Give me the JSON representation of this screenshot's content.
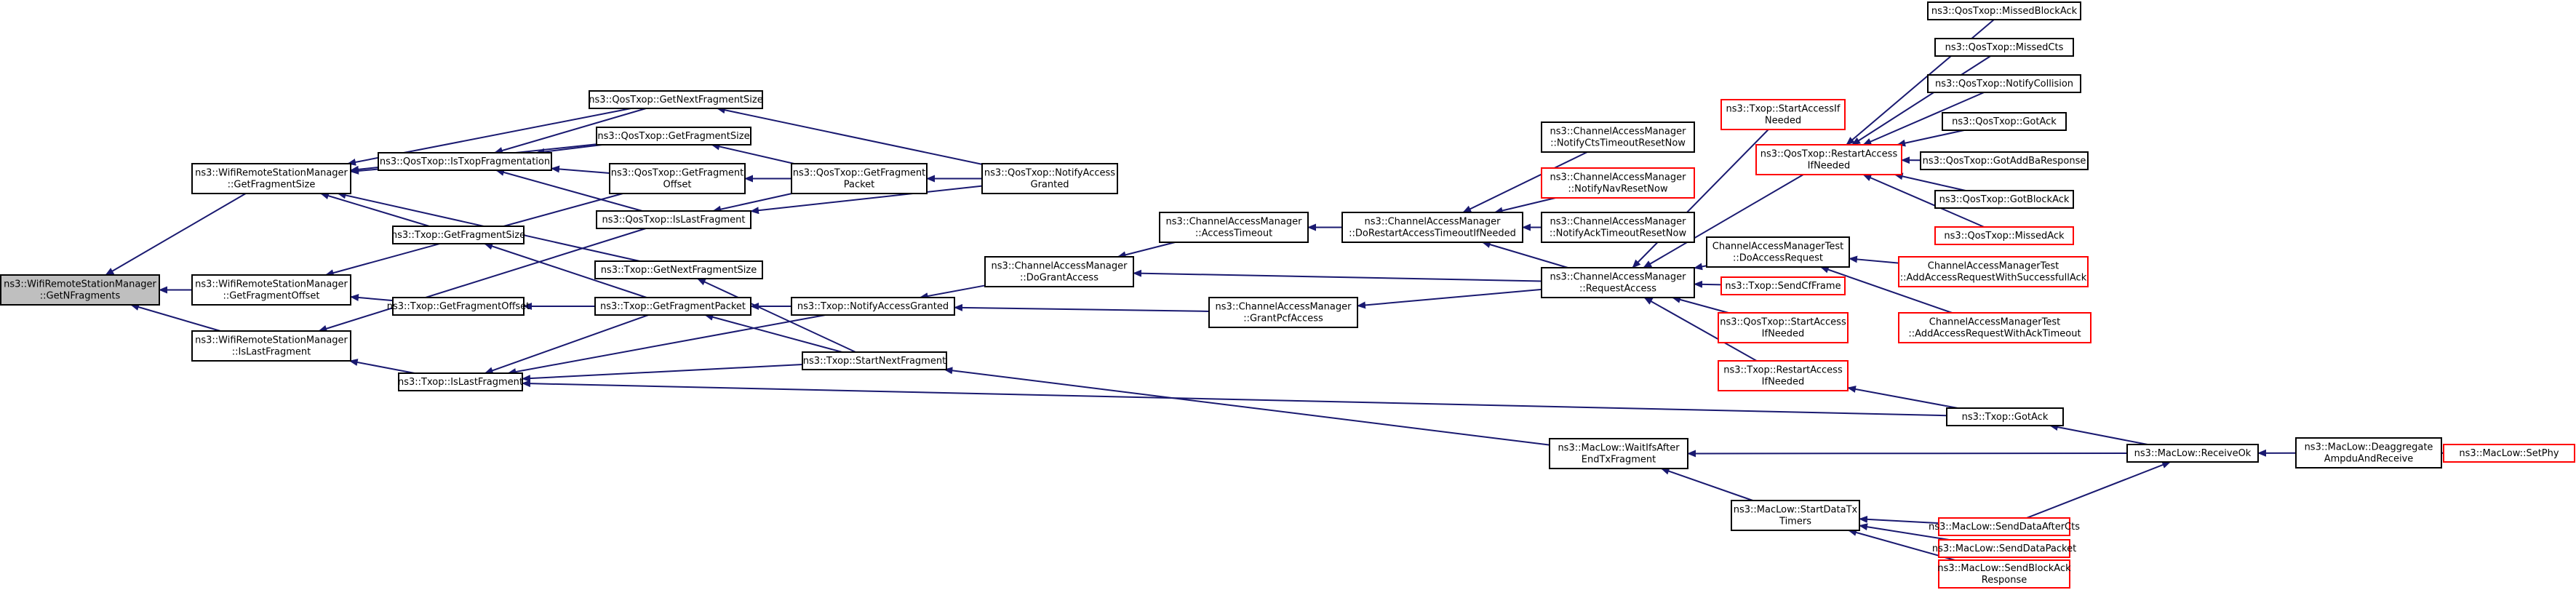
{
  "graph": {
    "edge_color": "#191970",
    "red_border_color": "#ff0000",
    "root_fill": "#bfbfbf",
    "nodes": [
      {
        "id": "root",
        "lines": [
          "ns3::WifiRemoteStationManager",
          "::GetNFragments"
        ],
        "root": true
      },
      {
        "id": "getFragSize",
        "lines": [
          "ns3::WifiRemoteStationManager",
          "::GetFragmentSize"
        ]
      },
      {
        "id": "getFragOffset",
        "lines": [
          "ns3::WifiRemoteStationManager",
          "::GetFragmentOffset"
        ]
      },
      {
        "id": "isLastFrag",
        "lines": [
          "ns3::WifiRemoteStationManager",
          "::IsLastFragment"
        ]
      },
      {
        "id": "qosIsTxop",
        "lines": [
          "ns3::QosTxop::IsTxopFragmentation"
        ]
      },
      {
        "id": "txopGetFragSize",
        "lines": [
          "ns3::Txop::GetFragmentSize"
        ]
      },
      {
        "id": "txopGetFragOffset",
        "lines": [
          "ns3::Txop::GetFragmentOffset"
        ]
      },
      {
        "id": "txopIsLast",
        "lines": [
          "ns3::Txop::IsLastFragment"
        ]
      },
      {
        "id": "qosGetNextFragSize",
        "lines": [
          "ns3::QosTxop::GetNextFragmentSize"
        ]
      },
      {
        "id": "qosGetFragSize",
        "lines": [
          "ns3::QosTxop::GetFragmentSize"
        ]
      },
      {
        "id": "qosGetFragOffset",
        "lines": [
          "ns3::QosTxop::GetFragment",
          "Offset"
        ]
      },
      {
        "id": "qosIsLast",
        "lines": [
          "ns3::QosTxop::IsLastFragment"
        ]
      },
      {
        "id": "txopGetNextFragSize",
        "lines": [
          "ns3::Txop::GetNextFragmentSize"
        ]
      },
      {
        "id": "txopGetFragPacket",
        "lines": [
          "ns3::Txop::GetFragmentPacket"
        ]
      },
      {
        "id": "qosGetFragPacket",
        "lines": [
          "ns3::QosTxop::GetFragment",
          "Packet"
        ]
      },
      {
        "id": "qosNotifyAccess",
        "lines": [
          "ns3::QosTxop::NotifyAccess",
          "Granted"
        ]
      },
      {
        "id": "txopNotifyAccess",
        "lines": [
          "ns3::Txop::NotifyAccessGranted"
        ]
      },
      {
        "id": "txopStartNext",
        "lines": [
          "ns3::Txop::StartNextFragment"
        ]
      },
      {
        "id": "camDoGrant",
        "lines": [
          "ns3::ChannelAccessManager",
          "::DoGrantAccess"
        ]
      },
      {
        "id": "camGrantPcf",
        "lines": [
          "ns3::ChannelAccessManager",
          "::GrantPcfAccess"
        ]
      },
      {
        "id": "camAccessTimeout",
        "lines": [
          "ns3::ChannelAccessManager",
          "::AccessTimeout"
        ]
      },
      {
        "id": "camDoRestart",
        "lines": [
          "ns3::ChannelAccessManager",
          "::DoRestartAccessTimeoutIfNeeded"
        ]
      },
      {
        "id": "camNotifyCts",
        "lines": [
          "ns3::ChannelAccessManager",
          "::NotifyCtsTimeoutResetNow"
        ]
      },
      {
        "id": "camNotifyNav",
        "lines": [
          "ns3::ChannelAccessManager",
          "::NotifyNavResetNow"
        ],
        "red": true
      },
      {
        "id": "camNotifyAck",
        "lines": [
          "ns3::ChannelAccessManager",
          "::NotifyAckTimeoutResetNow"
        ]
      },
      {
        "id": "camRequest",
        "lines": [
          "ns3::ChannelAccessManager",
          "::RequestAccess"
        ]
      },
      {
        "id": "txopStartAccess",
        "lines": [
          "ns3::Txop::StartAccessIf",
          "Needed"
        ],
        "red": true
      },
      {
        "id": "qosRestartAccess",
        "lines": [
          "ns3::QosTxop::RestartAccess",
          "IfNeeded"
        ],
        "red": true
      },
      {
        "id": "camTestDoReq",
        "lines": [
          "ChannelAccessManagerTest",
          "::DoAccessRequest"
        ]
      },
      {
        "id": "txopSendCf",
        "lines": [
          "ns3::Txop::SendCfFrame"
        ],
        "red": true
      },
      {
        "id": "qosStartAccess",
        "lines": [
          "ns3::QosTxop::StartAccess",
          "IfNeeded"
        ],
        "red": true
      },
      {
        "id": "txopRestartAccess",
        "lines": [
          "ns3::Txop::RestartAccess",
          "IfNeeded"
        ],
        "red": true
      },
      {
        "id": "qosMissedBlockAck",
        "lines": [
          "ns3::QosTxop::MissedBlockAck"
        ]
      },
      {
        "id": "qosMissedCts",
        "lines": [
          "ns3::QosTxop::MissedCts"
        ]
      },
      {
        "id": "qosNotifyCollision",
        "lines": [
          "ns3::QosTxop::NotifyCollision"
        ]
      },
      {
        "id": "qosGotAck",
        "lines": [
          "ns3::QosTxop::GotAck"
        ]
      },
      {
        "id": "qosGotAddBa",
        "lines": [
          "ns3::QosTxop::GotAddBaResponse"
        ]
      },
      {
        "id": "qosGotBlockAck",
        "lines": [
          "ns3::QosTxop::GotBlockAck"
        ]
      },
      {
        "id": "qosMissedAck",
        "lines": [
          "ns3::QosTxop::MissedAck"
        ],
        "red": true
      },
      {
        "id": "camTestAddSucc",
        "lines": [
          "ChannelAccessManagerTest",
          "::AddAccessRequestWithSuccessfullAck"
        ],
        "red": true
      },
      {
        "id": "camTestAddTimeout",
        "lines": [
          "ChannelAccessManagerTest",
          "::AddAccessRequestWithAckTimeout"
        ],
        "red": true
      },
      {
        "id": "txopGotAck",
        "lines": [
          "ns3::Txop::GotAck"
        ]
      },
      {
        "id": "macWaitIfs",
        "lines": [
          "ns3::MacLow::WaitIfsAfter",
          "EndTxFragment"
        ]
      },
      {
        "id": "macStartTimers",
        "lines": [
          "ns3::MacLow::StartDataTx",
          "Timers"
        ]
      },
      {
        "id": "macSendAfterCts",
        "lines": [
          "ns3::MacLow::SendDataAfterCts"
        ],
        "red": true
      },
      {
        "id": "macSendPacket",
        "lines": [
          "ns3::MacLow::SendDataPacket"
        ],
        "red": true
      },
      {
        "id": "macSendBlockAck",
        "lines": [
          "ns3::MacLow::SendBlockAck",
          "Response"
        ],
        "red": true
      },
      {
        "id": "macReceiveOk",
        "lines": [
          "ns3::MacLow::ReceiveOk"
        ]
      },
      {
        "id": "macDeaggregate",
        "lines": [
          "ns3::MacLow::Deaggregate",
          "AmpduAndReceive"
        ]
      },
      {
        "id": "macSetPhy",
        "lines": [
          "ns3::MacLow::SetPhy"
        ],
        "red": true
      }
    ],
    "edges": [
      [
        "getFragSize",
        "root"
      ],
      [
        "getFragOffset",
        "root"
      ],
      [
        "isLastFrag",
        "root"
      ],
      [
        "qosGetNextFragSize",
        "getFragSize"
      ],
      [
        "qosGetFragSize",
        "getFragSize"
      ],
      [
        "qosIsTxop",
        "getFragSize"
      ],
      [
        "txopGetFragSize",
        "getFragSize"
      ],
      [
        "txopGetNextFragSize",
        "getFragSize"
      ],
      [
        "qosGetFragOffset",
        "getFragOffset"
      ],
      [
        "txopGetFragOffset",
        "getFragOffset"
      ],
      [
        "qosIsLast",
        "isLastFrag"
      ],
      [
        "txopIsLast",
        "isLastFrag"
      ],
      [
        "qosGetNextFragSize",
        "qosIsTxop"
      ],
      [
        "qosGetFragSize",
        "qosIsTxop"
      ],
      [
        "qosGetFragOffset",
        "qosIsTxop"
      ],
      [
        "qosIsLast",
        "qosIsTxop"
      ],
      [
        "txopGetFragPacket",
        "txopGetFragSize"
      ],
      [
        "txopGetFragPacket",
        "txopGetFragOffset"
      ],
      [
        "txopGetFragPacket",
        "txopIsLast"
      ],
      [
        "txopNotifyAccess",
        "txopIsLast"
      ],
      [
        "txopStartNext",
        "txopIsLast"
      ],
      [
        "txopGotAck",
        "txopIsLast"
      ],
      [
        "qosNotifyAccess",
        "qosGetNextFragSize"
      ],
      [
        "qosGetFragPacket",
        "qosGetFragSize"
      ],
      [
        "qosGetFragPacket",
        "qosGetFragOffset"
      ],
      [
        "qosGetFragPacket",
        "qosIsLast"
      ],
      [
        "qosNotifyAccess",
        "qosIsLast"
      ],
      [
        "qosNotifyAccess",
        "qosGetFragPacket"
      ],
      [
        "txopStartNext",
        "txopGetNextFragSize"
      ],
      [
        "txopNotifyAccess",
        "txopGetFragPacket"
      ],
      [
        "txopStartNext",
        "txopGetFragPacket"
      ],
      [
        "camDoGrant",
        "txopNotifyAccess"
      ],
      [
        "camGrantPcf",
        "txopNotifyAccess"
      ],
      [
        "macWaitIfs",
        "txopStartNext"
      ],
      [
        "camAccessTimeout",
        "camDoGrant"
      ],
      [
        "camRequest",
        "camDoGrant"
      ],
      [
        "camRequest",
        "camGrantPcf"
      ],
      [
        "camDoRestart",
        "camAccessTimeout"
      ],
      [
        "camNotifyCts",
        "camDoRestart"
      ],
      [
        "camNotifyNav",
        "camDoRestart"
      ],
      [
        "camNotifyAck",
        "camDoRestart"
      ],
      [
        "camRequest",
        "camDoRestart"
      ],
      [
        "txopStartAccess",
        "camRequest"
      ],
      [
        "qosRestartAccess",
        "camRequest"
      ],
      [
        "camTestDoReq",
        "camRequest"
      ],
      [
        "txopSendCf",
        "camRequest"
      ],
      [
        "qosStartAccess",
        "camRequest"
      ],
      [
        "txopRestartAccess",
        "camRequest"
      ],
      [
        "qosMissedBlockAck",
        "qosRestartAccess"
      ],
      [
        "qosMissedCts",
        "qosRestartAccess"
      ],
      [
        "qosNotifyCollision",
        "qosRestartAccess"
      ],
      [
        "qosGotAck",
        "qosRestartAccess"
      ],
      [
        "qosGotAddBa",
        "qosRestartAccess"
      ],
      [
        "qosGotBlockAck",
        "qosRestartAccess"
      ],
      [
        "qosMissedAck",
        "qosRestartAccess"
      ],
      [
        "camTestAddSucc",
        "camTestDoReq"
      ],
      [
        "camTestAddTimeout",
        "camTestDoReq"
      ],
      [
        "txopGotAck",
        "txopRestartAccess"
      ],
      [
        "macReceiveOk",
        "txopGotAck"
      ],
      [
        "macReceiveOk",
        "macWaitIfs"
      ],
      [
        "macStartTimers",
        "macWaitIfs"
      ],
      [
        "macSendAfterCts",
        "macStartTimers"
      ],
      [
        "macSendPacket",
        "macStartTimers"
      ],
      [
        "macSendBlockAck",
        "macStartTimers"
      ],
      [
        "macSendAfterCts",
        "macReceiveOk"
      ],
      [
        "macDeaggregate",
        "macReceiveOk"
      ],
      [
        "macSetPhy",
        "macDeaggregate"
      ]
    ]
  }
}
